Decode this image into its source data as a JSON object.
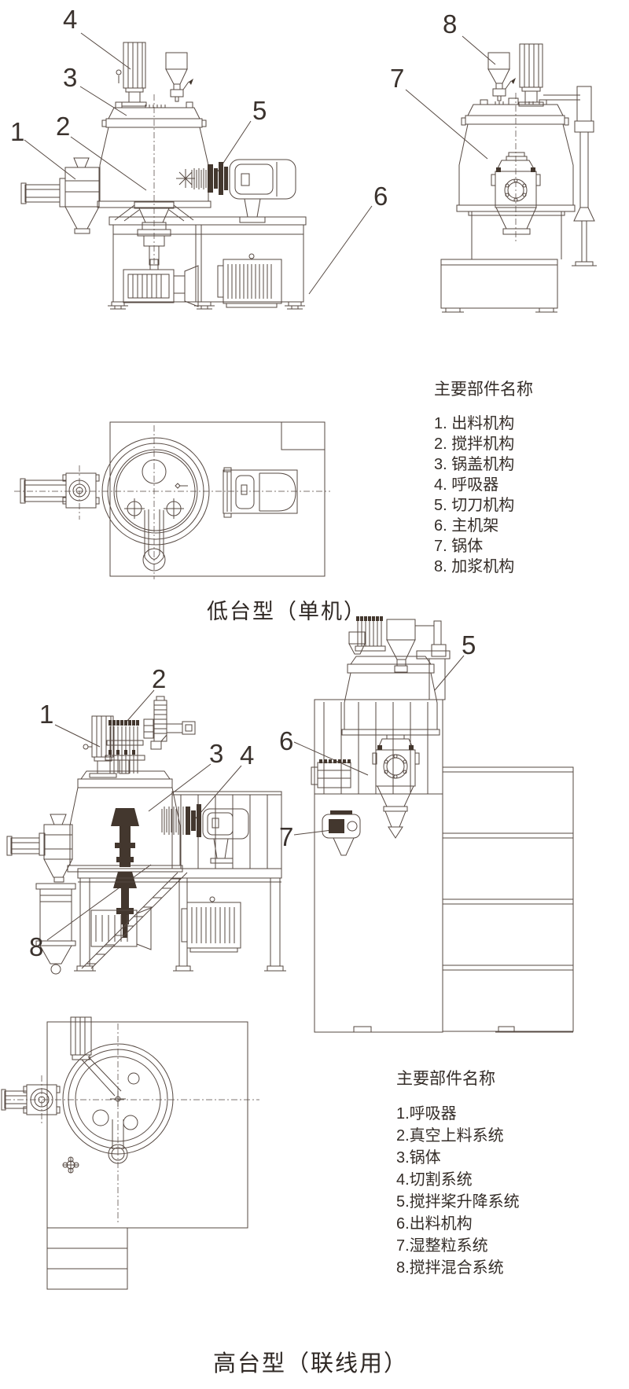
{
  "document": {
    "background": "#ffffff",
    "line_color": "#564942",
    "text_color": "#342d28"
  },
  "section_low_platform": {
    "caption": "低台型（单机）",
    "parts_list": {
      "title": "主要部件名称",
      "items": [
        "1. 出料机构",
        "2. 搅拌机构",
        "3. 锅盖机构",
        "4. 呼吸器",
        "5. 切刀机构",
        "6. 主机架",
        "7. 锅体",
        "8. 加浆机构"
      ]
    },
    "callouts": {
      "front_view": [
        "4",
        "3",
        "1",
        "2",
        "5",
        "6"
      ],
      "side_view": [
        "8",
        "7"
      ]
    }
  },
  "section_high_platform": {
    "caption": "高台型（联线用）",
    "parts_list": {
      "title": "主要部件名称",
      "items": [
        "1.呼吸器",
        "2.真空上料系统",
        "3.锅体",
        "4.切割系统",
        "5.搅拌桨升降系统",
        "6.出料机构",
        "7.湿整粒系统",
        "8.搅拌混合系统"
      ]
    },
    "callouts": {
      "front_view": [
        "2",
        "1",
        "3",
        "4",
        "8"
      ],
      "side_view": [
        "5",
        "6",
        "7"
      ]
    }
  }
}
